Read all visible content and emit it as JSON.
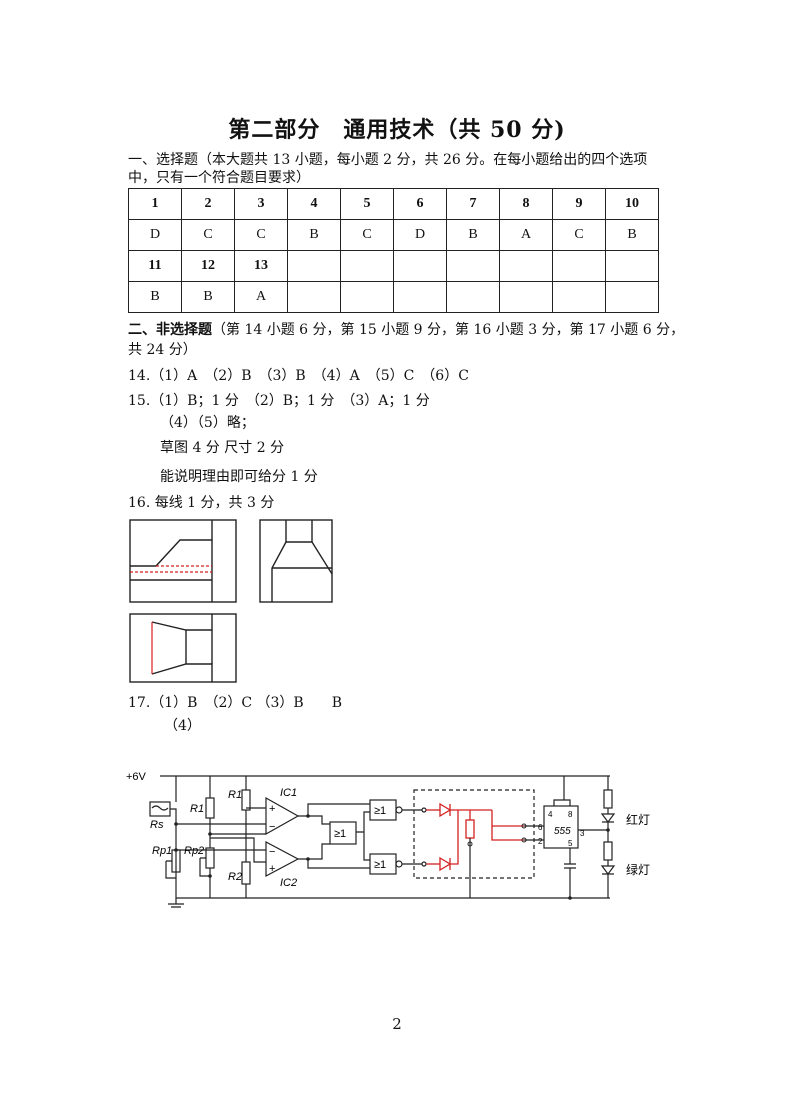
{
  "title": "第二部分　通用技术（共 50 分)",
  "section1": {
    "heading_line1": "一、选择题（本大题共 13 小题，每小题 2 分，共 26 分。在每小题给出的四个选项",
    "heading_line2": "中，只有一个符合题目要求）",
    "row1_numbers": [
      "1",
      "2",
      "3",
      "4",
      "5",
      "6",
      "7",
      "8",
      "9",
      "10"
    ],
    "row1_answers": [
      "D",
      "C",
      "C",
      "B",
      "C",
      "D",
      "B",
      "A",
      "C",
      "B"
    ],
    "row2_numbers": [
      "11",
      "12",
      "13",
      "",
      "",
      "",
      "",
      "",
      "",
      ""
    ],
    "row2_answers": [
      "B",
      "B",
      "A",
      "",
      "",
      "",
      "",
      "",
      "",
      ""
    ]
  },
  "section2": {
    "heading_bold": "二、非选择题",
    "heading_rest": "（第 14 小题 6 分，第 15 小题 9 分，第 16 小题 3 分，第 17 小题 6 分，",
    "heading_line2": "共 24 分）",
    "q14": "14.（1）A　（2）B　（3）B　（4）A　（5）C　（6）C",
    "q15_line1": "15.（1）B；1 分　（2）B；1 分　（3）A；1 分",
    "q15_line2": "（4）（5）略；",
    "q15_line3": "草图 4 分  尺寸 2 分",
    "q15_line4": "能说明理由即可给分  1 分",
    "q16": "16.  每线 1 分，共 3 分",
    "q17_line1": "17.（1）B　（2）C （3）B　　B",
    "q17_line2": "（4）"
  },
  "circuit": {
    "vcc": "+6V",
    "rs": "Rs",
    "r1a": "R1",
    "r1b": "R1",
    "r2": "R2",
    "rp1": "Rp1",
    "rp2": "Rp2",
    "ic1": "IC1",
    "ic2": "IC2",
    "gate_label": "≥1",
    "chip": "555",
    "pin4": "4",
    "pin8": "8",
    "pin6": "6",
    "pin2": "2",
    "pin3": "3",
    "pin5": "5",
    "plus": "+",
    "minus": "−",
    "red_light": "红灯",
    "green_light": "绿灯"
  },
  "colors": {
    "red": "#d42020",
    "ink": "#222222"
  },
  "page_number": "2"
}
